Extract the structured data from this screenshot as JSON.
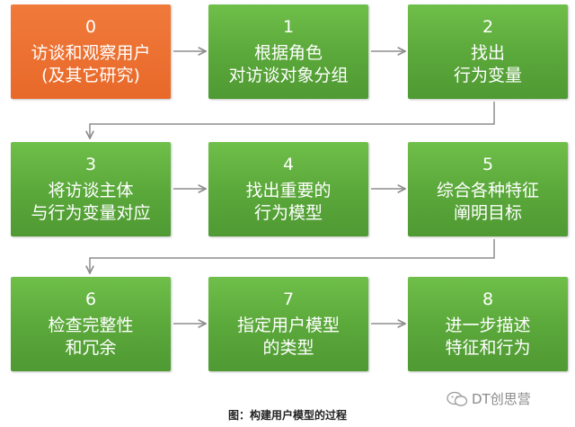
{
  "steps": [
    {
      "num": "0",
      "line1": "访谈和观察用户",
      "line2": "(及其它研究)"
    },
    {
      "num": "1",
      "line1": "根据角色",
      "line2": "对访谈对象分组"
    },
    {
      "num": "2",
      "line1": "找出",
      "line2": "行为变量"
    },
    {
      "num": "3",
      "line1": "将访谈主体",
      "line2": "与行为变量对应"
    },
    {
      "num": "4",
      "line1": "找出重要的",
      "line2": "行为模型"
    },
    {
      "num": "5",
      "line1": "综合各种特征",
      "line2": "阐明目标"
    },
    {
      "num": "6",
      "line1": "检查完整性",
      "line2": "和冗余"
    },
    {
      "num": "7",
      "line1": "指定用户模型",
      "line2": "的类型"
    },
    {
      "num": "8",
      "line1": "进一步描述",
      "line2": "特征和行为"
    }
  ],
  "caption": "图：构建用户模型的过程",
  "watermark": "DT创思营",
  "colors": {
    "start": "#e8692a",
    "step": "#5aa73a",
    "arrow": "#8e8e8e"
  }
}
